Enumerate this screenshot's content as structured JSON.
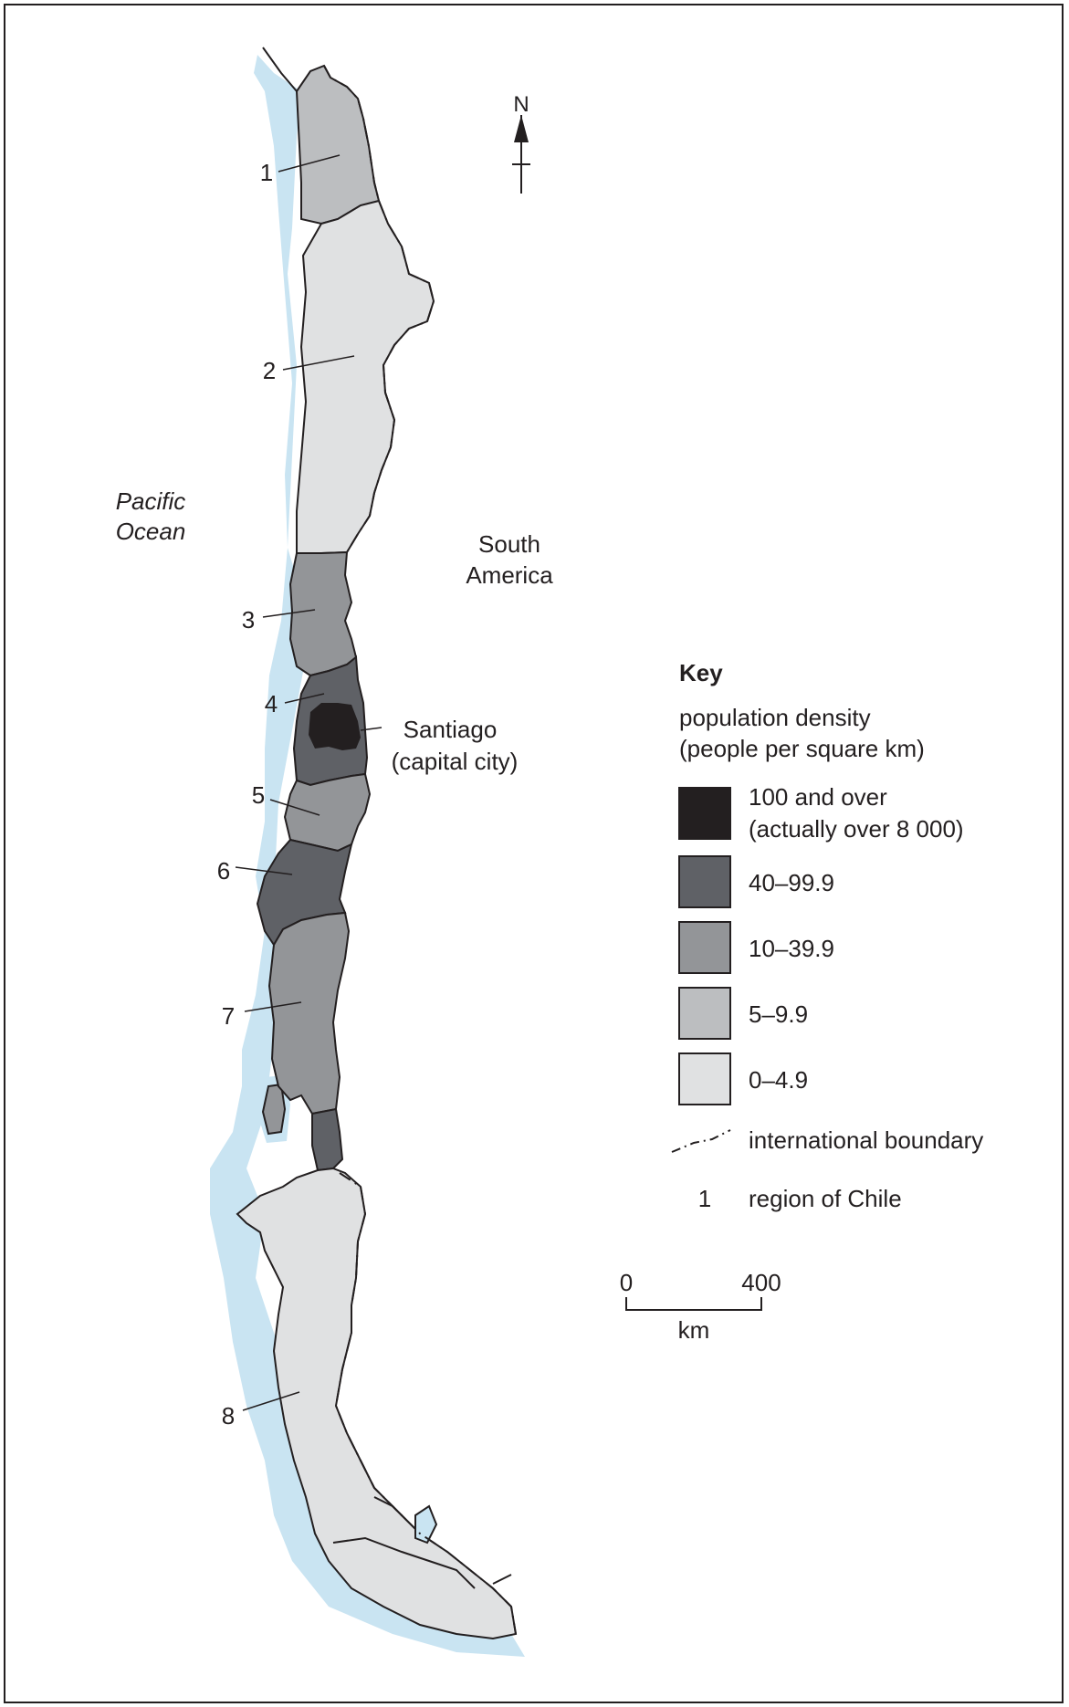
{
  "map": {
    "ocean_label_line1": "Pacific",
    "ocean_label_line2": "Ocean",
    "continent_label_line1": "South",
    "continent_label_line2": "America",
    "north_label": "N",
    "city_label_line1": "Santiago",
    "city_label_line2": "(capital city)",
    "region_labels": [
      "1",
      "2",
      "3",
      "4",
      "5",
      "6",
      "7",
      "8"
    ]
  },
  "key": {
    "title": "Key",
    "subtitle_line1": "population density",
    "subtitle_line2": "(people per square km)",
    "items": [
      {
        "line1": "100 and over",
        "line2": "(actually over 8 000)",
        "color": "#231f20"
      },
      {
        "line1": "40–99.9",
        "line2": "",
        "color": "#5f6166"
      },
      {
        "line1": "10–39.9",
        "line2": "",
        "color": "#939598"
      },
      {
        "line1": "5–9.9",
        "line2": "",
        "color": "#bcbec0"
      },
      {
        "line1": "0–4.9",
        "line2": "",
        "color": "#e0e1e2"
      }
    ],
    "boundary_label": "international boundary",
    "region_symbol": "1",
    "region_label": "region of Chile"
  },
  "scale": {
    "start": "0",
    "end": "400",
    "unit": "km"
  },
  "colors": {
    "ocean_fringe": "#c9e4f2",
    "density_100_plus": "#231f20",
    "density_40_99": "#5f6166",
    "density_10_39": "#939598",
    "density_5_9": "#bcbec0",
    "density_0_4": "#e0e1e2",
    "outline": "#231f20"
  }
}
